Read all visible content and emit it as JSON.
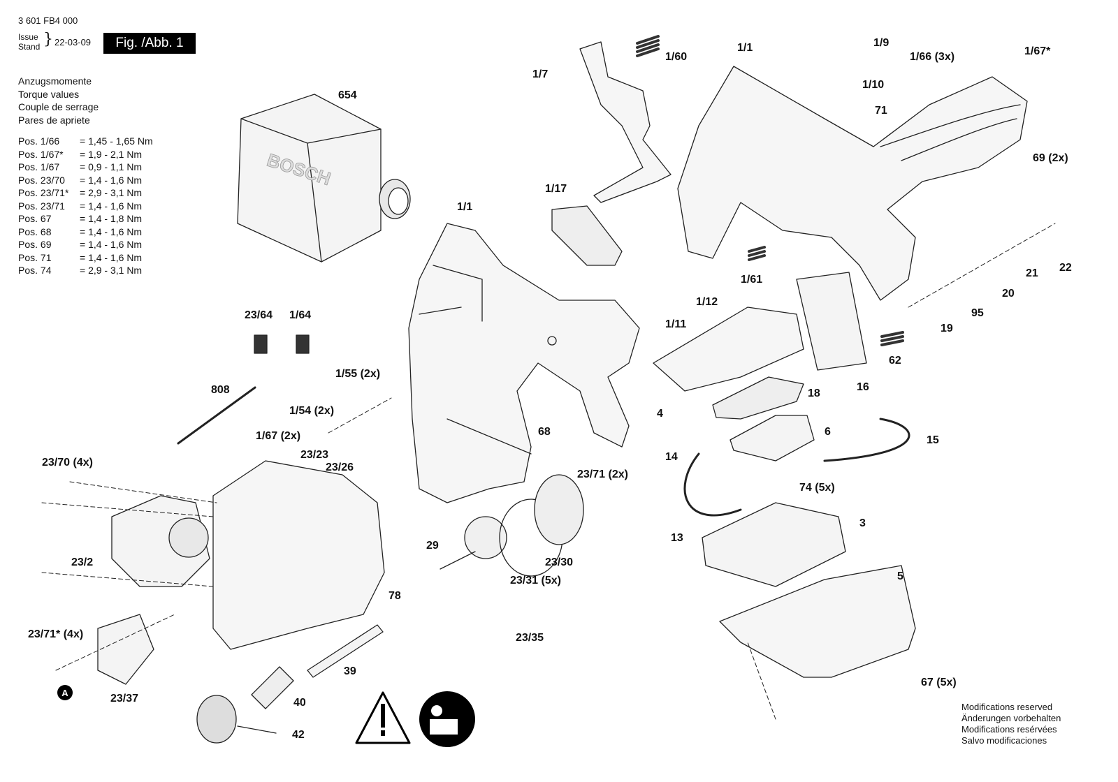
{
  "header": {
    "doc_number": "3 601 FB4 000",
    "issue_label": "Issue",
    "stand_label": "Stand",
    "date": "22-03-09",
    "figure": "Fig. /Abb. 1"
  },
  "torque": {
    "titles": [
      "Anzugsmomente",
      "Torque values",
      "Couple de serrage",
      "Pares de apriete"
    ],
    "rows": [
      {
        "pos": "Pos. 1/66",
        "val": "= 1,45 - 1,65 Nm"
      },
      {
        "pos": "Pos. 1/67*",
        "val": "= 1,9 - 2,1 Nm"
      },
      {
        "pos": "Pos. 1/67",
        "val": "= 0,9 - 1,1 Nm"
      },
      {
        "pos": "Pos. 23/70",
        "val": "= 1,4 - 1,6 Nm"
      },
      {
        "pos": "Pos. 23/71*",
        "val": "= 2,9 - 3,1 Nm"
      },
      {
        "pos": "Pos. 23/71",
        "val": "= 1,4 - 1,6 Nm"
      },
      {
        "pos": "Pos. 67",
        "val": "= 1,4 - 1,8 Nm"
      },
      {
        "pos": "Pos. 68",
        "val": "= 1,4 - 1,6 Nm"
      },
      {
        "pos": "Pos. 69",
        "val": "= 1,4 - 1,6 Nm"
      },
      {
        "pos": "Pos. 71",
        "val": "= 1,4 - 1,6 Nm"
      },
      {
        "pos": "Pos. 74",
        "val": "= 2,9 - 3,1 Nm"
      }
    ]
  },
  "brand_on_part": "BOSCH",
  "marker_a": "A",
  "parts": [
    {
      "id": "654",
      "label": "654"
    },
    {
      "id": "1-7",
      "label": "1/7"
    },
    {
      "id": "1-60",
      "label": "1/60"
    },
    {
      "id": "1-1-top",
      "label": "1/1"
    },
    {
      "id": "1-9",
      "label": "1/9"
    },
    {
      "id": "1-66",
      "label": "1/66 (3x)"
    },
    {
      "id": "1-67-star",
      "label": "1/67*"
    },
    {
      "id": "1-10",
      "label": "1/10"
    },
    {
      "id": "71",
      "label": "71"
    },
    {
      "id": "69",
      "label": "69 (2x)"
    },
    {
      "id": "1-17",
      "label": "1/17"
    },
    {
      "id": "1-1-mid",
      "label": "1/1"
    },
    {
      "id": "1-61",
      "label": "1/61"
    },
    {
      "id": "1-12",
      "label": "1/12"
    },
    {
      "id": "1-11",
      "label": "1/11"
    },
    {
      "id": "21",
      "label": "21"
    },
    {
      "id": "22",
      "label": "22"
    },
    {
      "id": "20",
      "label": "20"
    },
    {
      "id": "95",
      "label": "95"
    },
    {
      "id": "19",
      "label": "19"
    },
    {
      "id": "62",
      "label": "62"
    },
    {
      "id": "16",
      "label": "16"
    },
    {
      "id": "18",
      "label": "18"
    },
    {
      "id": "4",
      "label": "4"
    },
    {
      "id": "6",
      "label": "6"
    },
    {
      "id": "15",
      "label": "15"
    },
    {
      "id": "14",
      "label": "14"
    },
    {
      "id": "74",
      "label": "74 (5x)"
    },
    {
      "id": "3",
      "label": "3"
    },
    {
      "id": "13",
      "label": "13"
    },
    {
      "id": "5",
      "label": "5"
    },
    {
      "id": "67",
      "label": "67 (5x)"
    },
    {
      "id": "23-64",
      "label": "23/64"
    },
    {
      "id": "1-64",
      "label": "1/64"
    },
    {
      "id": "1-55",
      "label": "1/55 (2x)"
    },
    {
      "id": "808",
      "label": "808"
    },
    {
      "id": "1-54",
      "label": "1/54 (2x)"
    },
    {
      "id": "1-67-2x",
      "label": "1/67 (2x)"
    },
    {
      "id": "68",
      "label": "68"
    },
    {
      "id": "23-71-2x",
      "label": "23/71 (2x)"
    },
    {
      "id": "23-70",
      "label": "23/70 (4x)"
    },
    {
      "id": "23-23",
      "label": "23/23"
    },
    {
      "id": "23-26",
      "label": "23/26"
    },
    {
      "id": "23-2",
      "label": "23/2"
    },
    {
      "id": "29",
      "label": "29"
    },
    {
      "id": "23-30",
      "label": "23/30"
    },
    {
      "id": "23-31",
      "label": "23/31 (5x)"
    },
    {
      "id": "23-35",
      "label": "23/35"
    },
    {
      "id": "78",
      "label": "78"
    },
    {
      "id": "23-71-4x",
      "label": "23/71* (4x)"
    },
    {
      "id": "23-37",
      "label": "23/37"
    },
    {
      "id": "39",
      "label": "39"
    },
    {
      "id": "40",
      "label": "40"
    },
    {
      "id": "42",
      "label": "42"
    }
  ],
  "modifications": [
    "Modifications reserved",
    "Änderungen vorbehalten",
    "Modifications resérvées",
    "Salvo modificaciones"
  ]
}
